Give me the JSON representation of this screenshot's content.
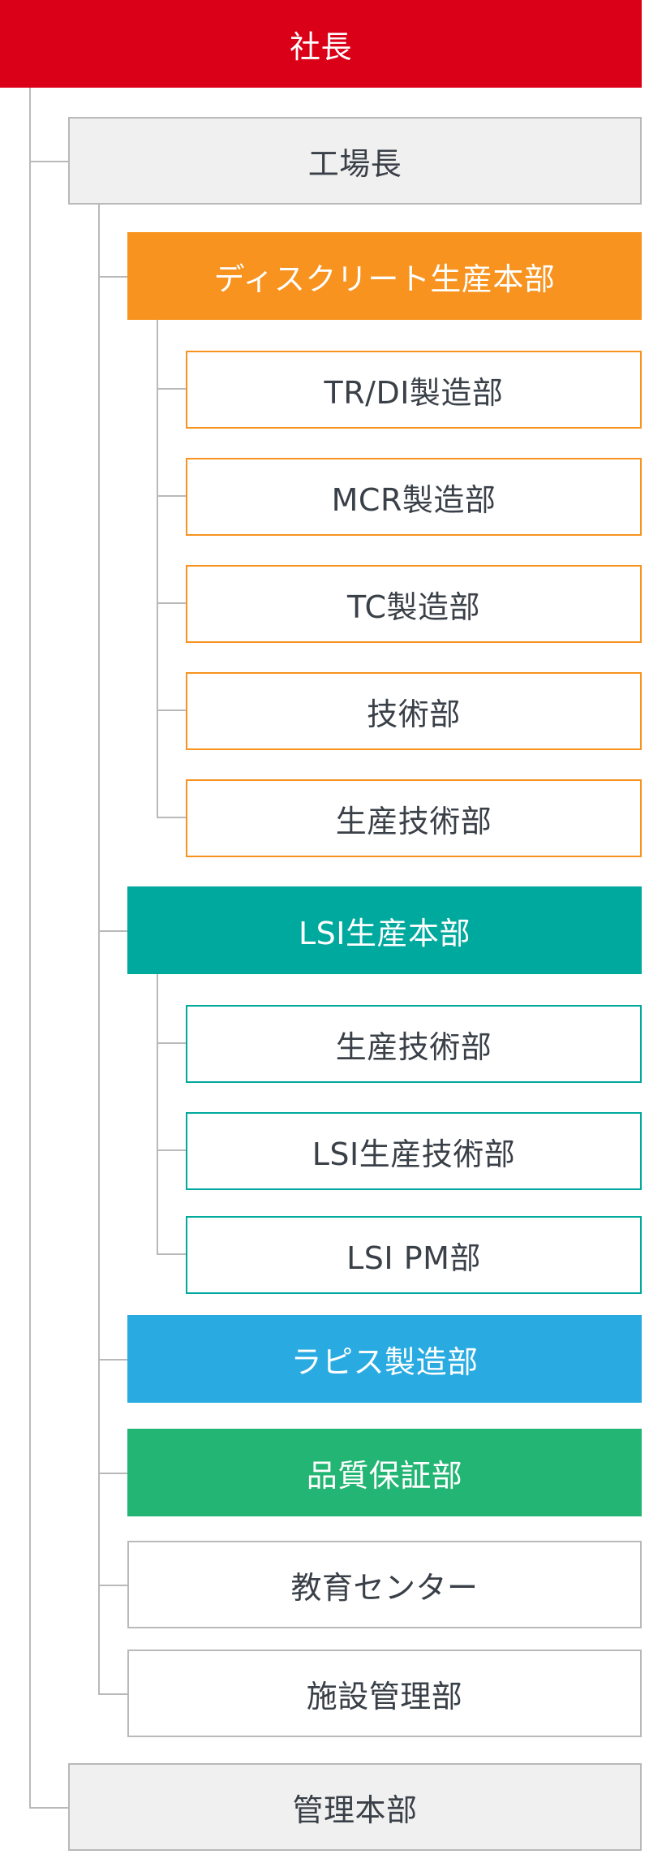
{
  "colors": {
    "president": "#da0017",
    "discrete": "#f7931e",
    "lsi": "#00a99d",
    "lapis": "#29abe2",
    "quality": "#22b573",
    "gray_border": "#b9b9b9",
    "gray_fill": "#f0f0f0",
    "text_dark": "#3a4048"
  },
  "org": {
    "president": "社長",
    "plant_manager": "工場長",
    "discrete_hq": {
      "title": "ディスクリート生産本部",
      "departments": [
        "TR/DI製造部",
        "MCR製造部",
        "TC製造部",
        "技術部",
        "生産技術部"
      ]
    },
    "lsi_hq": {
      "title": "LSI生産本部",
      "departments": [
        "生産技術部",
        "LSI生産技術部",
        "LSI PM部"
      ]
    },
    "lapis": "ラピス製造部",
    "quality": "品質保証部",
    "education": "教育センター",
    "facility": "施設管理部",
    "admin_hq": "管理本部"
  }
}
